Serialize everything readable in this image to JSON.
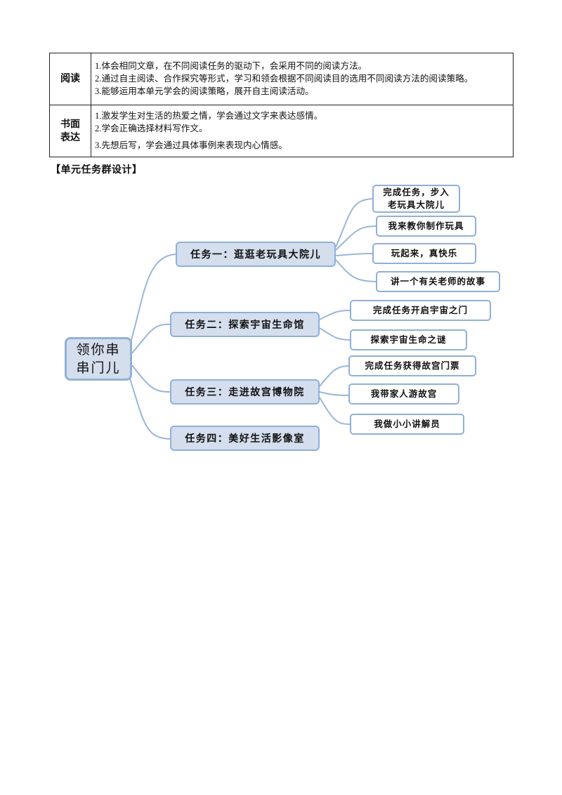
{
  "objectives": {
    "reading": {
      "label": "阅读",
      "items": [
        "1.体会相同文章，在不同阅读任务的驱动下，会采用不同的阅读方法。",
        "2.通过自主阅读、合作探究等形式，学习和领会根据不同阅读目的选用不同阅读方法的阅读策略。",
        "3.能够运用本单元学会的阅读策略，展开自主阅读活动。"
      ]
    },
    "writing": {
      "label_line1": "书面",
      "label_line2": "表达",
      "items": [
        "1.激发学生对生活的热爱之情，学会通过文字来表达感情。",
        "2.学会正确选择材料写作文。",
        "3.先想后写，学会通过具体事例来表现内心情感。"
      ]
    }
  },
  "section_title": "【单元任务群设计】",
  "mindmap": {
    "root_line1": "领你串",
    "root_line2": "串门儿",
    "tasks": [
      {
        "label": "任务一：逛逛老玩具大院儿",
        "subtasks": [
          "完成任务，步入老玩具大院儿",
          "我来教你制作玩具",
          "玩起来，真快乐",
          "讲一个有关老师的故事"
        ],
        "subtask0_line1": "完成任务，步入",
        "subtask0_line2": "老玩具大院儿"
      },
      {
        "label": "任务二：探索宇宙生命馆",
        "subtasks": [
          "完成任务开启宇宙之门",
          "探索宇宙生命之谜"
        ]
      },
      {
        "label": "任务三：走进故宫博物院",
        "subtasks": [
          "完成任务获得故宫门票",
          "我带家人游故宫",
          "我做小小讲解员"
        ]
      },
      {
        "label": "任务四：美好生活影像室",
        "subtasks": []
      }
    ]
  },
  "colors": {
    "node_fill": "#d4deed",
    "node_border": "#8fb0d8",
    "connector": "#9ab6d8"
  }
}
